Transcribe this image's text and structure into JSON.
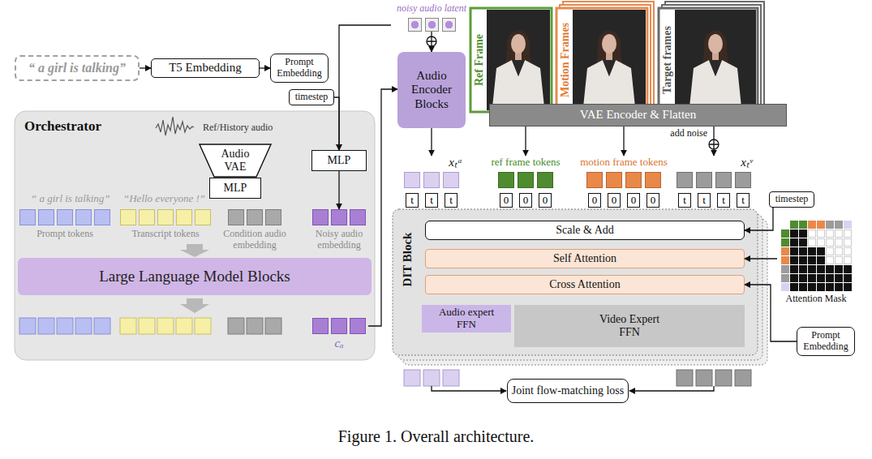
{
  "diagram": {
    "caption": "Figure 1. Overall architecture.",
    "nodes": [
      {
        "text": [
          "“ a girl is talking”"
        ]
      },
      {
        "text": [
          "T5 Embedding"
        ]
      },
      {
        "text": [
          "Prompt Embedding"
        ]
      },
      {
        "text": [
          "timestep"
        ]
      },
      {
        "text": [
          "Orchestrator"
        ]
      },
      {
        "text": [
          "Audio VAE"
        ],
        "in": 4
      },
      {
        "text": [
          "MLP"
        ],
        "in": 4
      },
      {
        "text": [
          "MLP"
        ],
        "in": 4
      },
      {
        "text": [
          "Prompt tokens"
        ],
        "in": 4
      },
      {
        "text": [
          "Transcript tokens"
        ],
        "in": 4
      },
      {
        "text": [
          "Condition audio embedding"
        ],
        "in": 4
      },
      {
        "text": [
          "Noisy audio embedding"
        ],
        "in": 4
      },
      {
        "text": [
          "Large Language Model Blocks"
        ],
        "in": 4
      },
      {
        "text": [
          "cₐ"
        ],
        "in": 4
      },
      {
        "text": [
          "noisy audio latent"
        ]
      },
      {
        "text": [
          "Audio Encoder Blocks"
        ]
      },
      {
        "text": [
          "VAE Encoder & Flatten"
        ]
      },
      {
        "text": [
          "xₜᵃ"
        ]
      },
      {
        "text": [
          "ref frame tokens"
        ]
      },
      {
        "text": [
          "motion frame tokens"
        ]
      },
      {
        "text": [
          "xₜᵛ"
        ]
      },
      {
        "text": [
          "timestep"
        ]
      },
      {
        "text": [
          "DIT Block"
        ]
      },
      {
        "text": [
          "Scale & Add"
        ],
        "in": 22
      },
      {
        "text": [
          "Self Attention"
        ],
        "in": 22
      },
      {
        "text": [
          "Cross Attention"
        ],
        "in": 22
      },
      {
        "text": [
          "Audio expert FFN"
        ],
        "in": 22
      },
      {
        "text": [
          "Video Expert FFN"
        ],
        "in": 22
      },
      {
        "text": [
          "Attention Mask"
        ]
      },
      {
        "text": [
          "Prompt Embedding"
        ]
      },
      {
        "text": [
          "Joint flow-matching loss"
        ]
      }
    ],
    "edges": [
      {
        "from": 0,
        "to": 1,
        "arrow": "to"
      },
      {
        "from": 1,
        "to": 2,
        "arrow": "to"
      },
      {
        "from": 14,
        "to": 7,
        "arrow": "to"
      },
      {
        "from": 3,
        "to": 7,
        "arrow": "to"
      },
      {
        "from": 7,
        "to": 11,
        "arrow": "to"
      },
      {
        "from": 13,
        "to": 15,
        "arrow": "to"
      },
      {
        "from": 14,
        "to": 15,
        "arrow": "to"
      },
      {
        "from": 15,
        "to": 17,
        "arrow": "to"
      },
      {
        "from": 16,
        "to": 18,
        "arrow": "to"
      },
      {
        "from": 16,
        "to": 19,
        "arrow": "to"
      },
      {
        "from": 16,
        "to": 20,
        "label": "add noise",
        "arrow": "to"
      },
      {
        "from": 21,
        "to": 23,
        "arrow": "to"
      },
      {
        "from": 28,
        "to": 24,
        "arrow": "to"
      },
      {
        "from": 29,
        "to": 25,
        "arrow": "to"
      }
    ],
    "labels": [
      "Ref/History audio",
      "“ a girl is talking”",
      "“Hello everyone !”",
      "Ref Frame",
      "Motion Frames",
      "Target frames",
      "t",
      "t",
      "t",
      "0",
      "0",
      "0",
      "0",
      "0",
      "0",
      "0",
      "t",
      "t",
      "t",
      "t"
    ]
  }
}
